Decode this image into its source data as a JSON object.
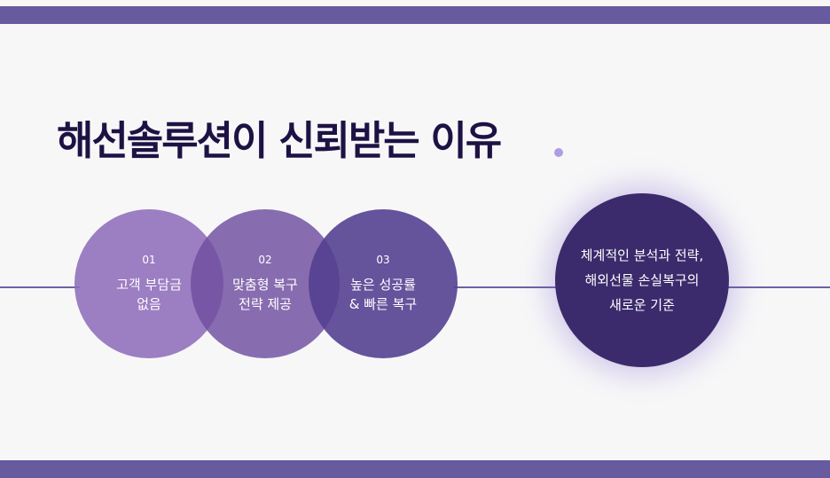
{
  "headline": "해선솔루션이 신뢰받는 이유",
  "colors": {
    "bar": "#675a9e",
    "headline": "#1e1244",
    "circle1": "#8f6dba",
    "circle2": "#6f4da0",
    "circle3": "#544091",
    "featured": "#3b2b6c",
    "accent_dot": "#b09ce0"
  },
  "reasons": [
    {
      "number": "01",
      "line1": "고객 부담금",
      "line2": "없음"
    },
    {
      "number": "02",
      "line1": "맞춤형 복구",
      "line2": "전략 제공"
    },
    {
      "number": "03",
      "line1": "높은 성공률",
      "line2": "& 빠른 복구"
    }
  ],
  "featured": {
    "line1": "체계적인 분석과 전략,",
    "line2": "해외선물 손실복구의",
    "line3": "새로운 기준"
  }
}
